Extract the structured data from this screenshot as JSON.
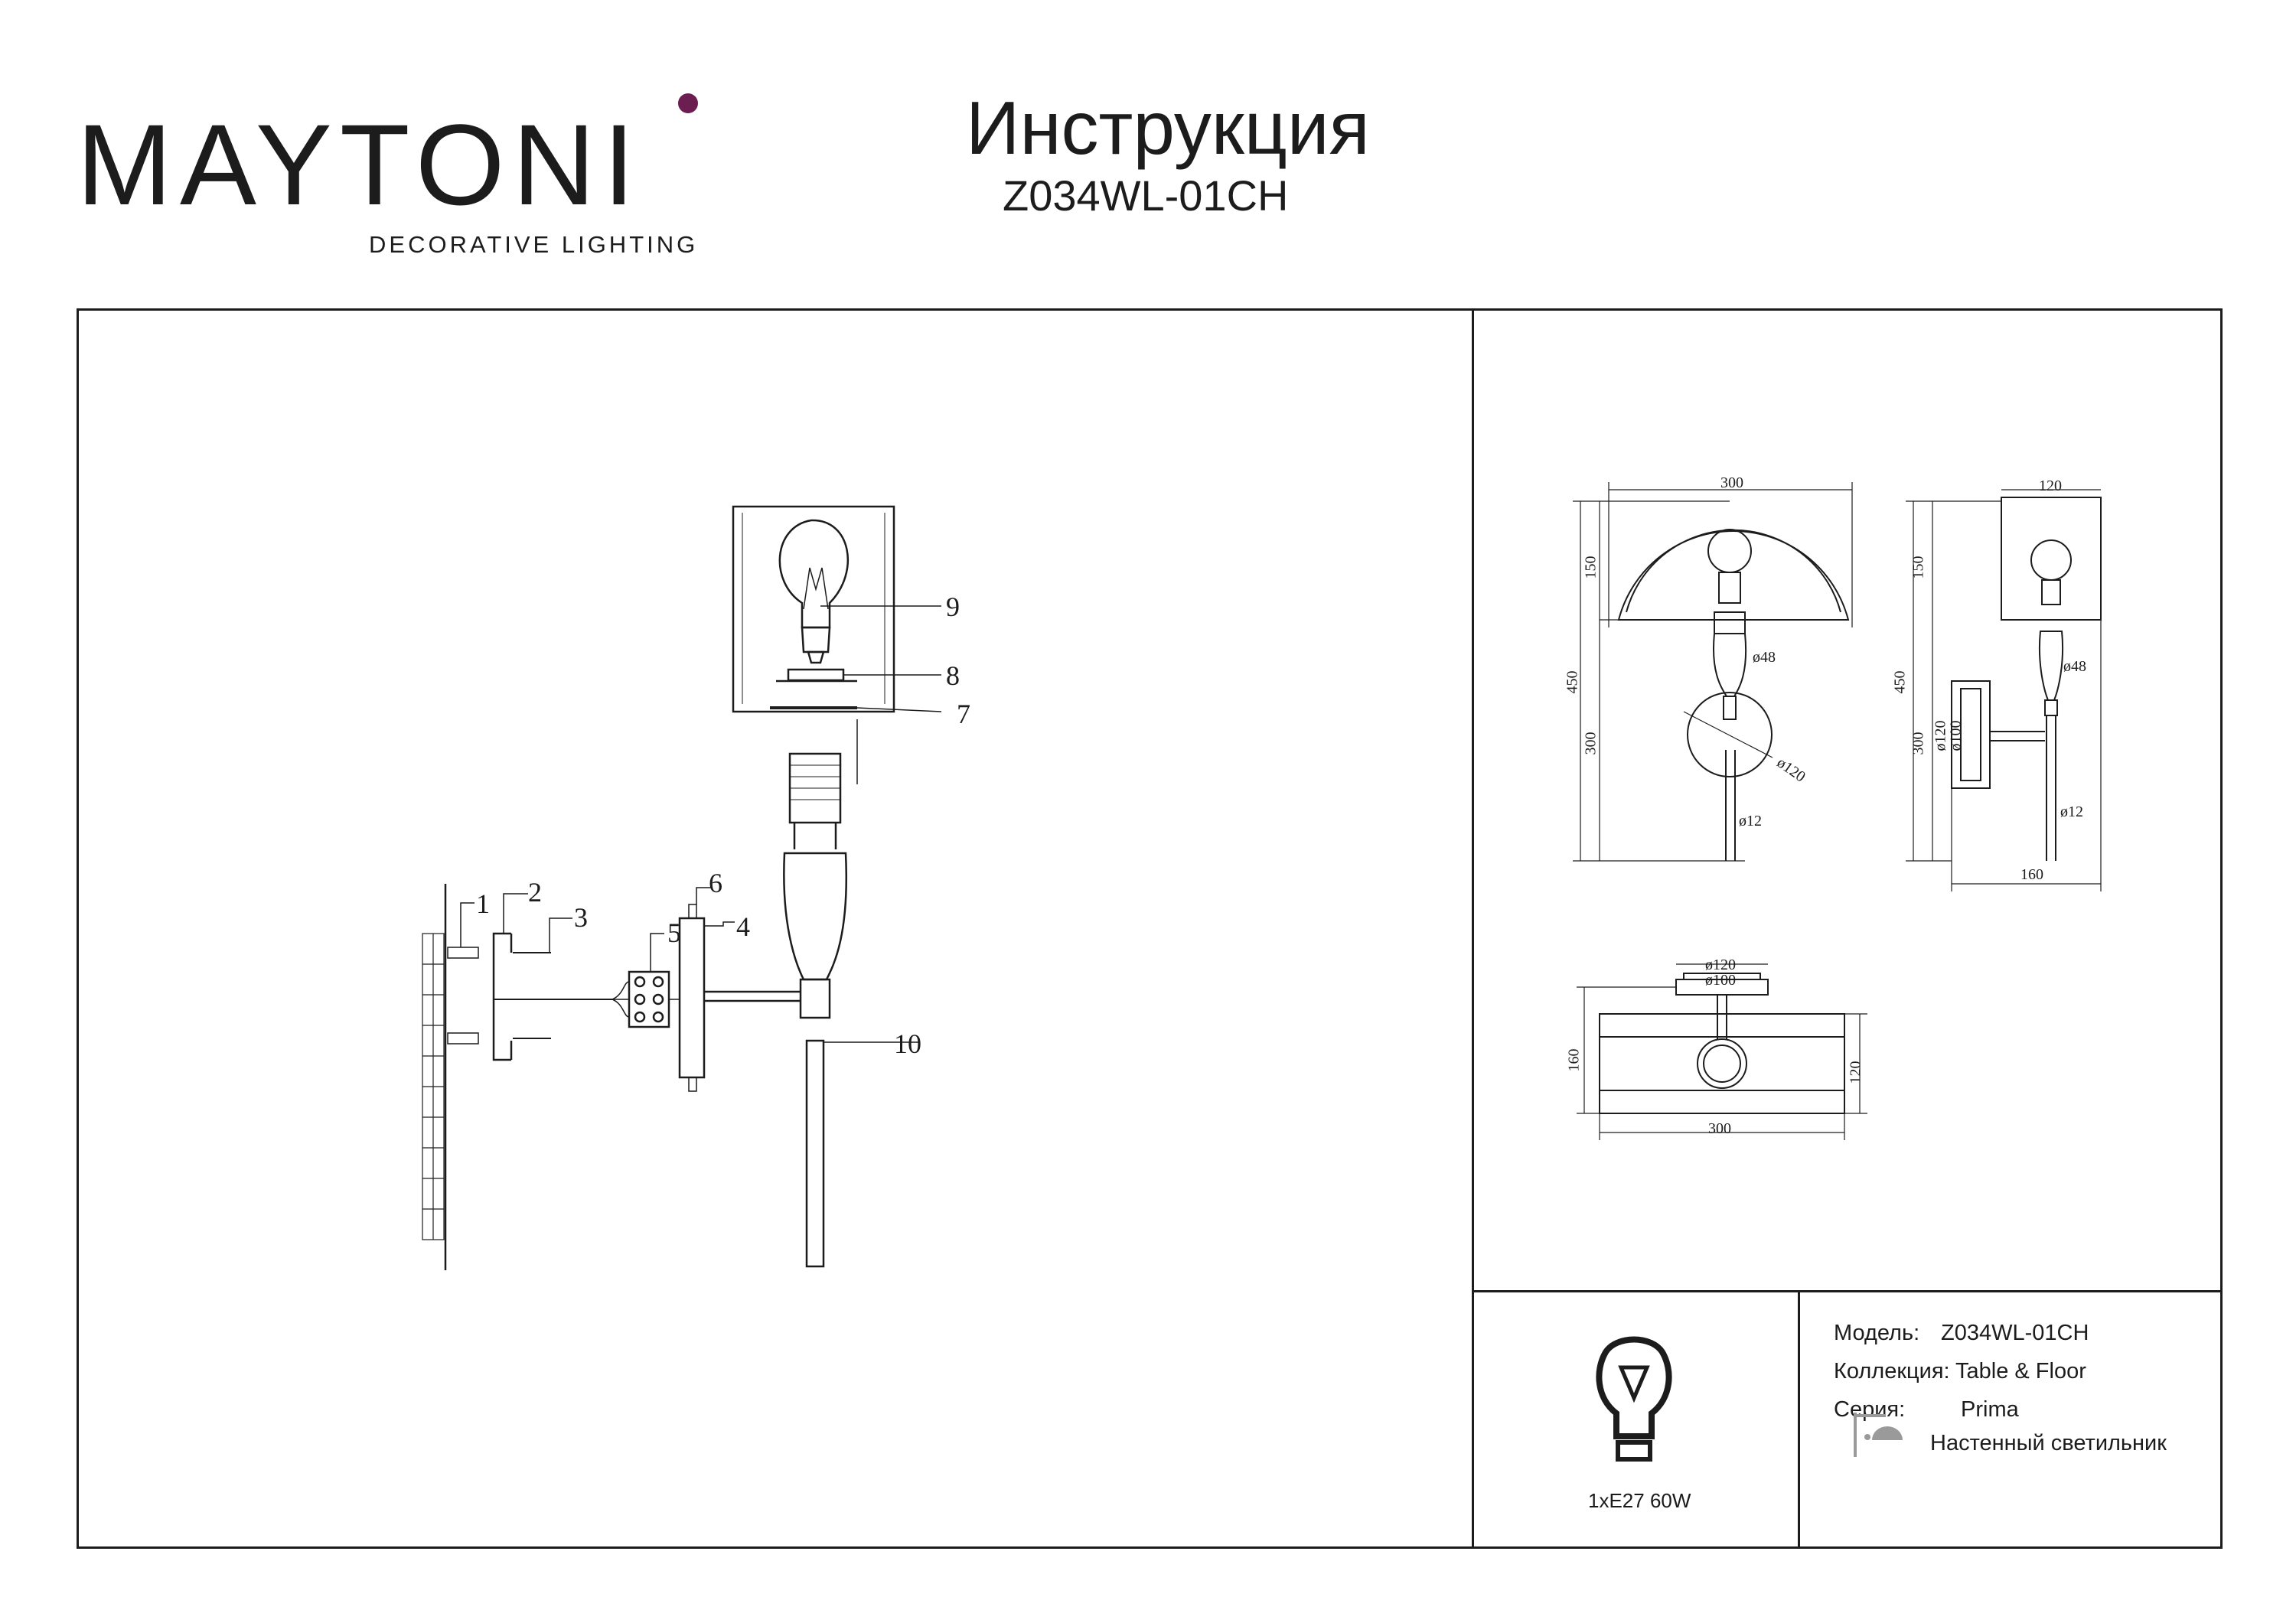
{
  "header": {
    "brand": "MAYTONI",
    "brand_tagline": "DECORATIVE LIGHTING",
    "title": "Инструкция",
    "model_code": "Z034WL-01CH"
  },
  "assembly": {
    "callouts": [
      "1",
      "2",
      "3",
      "4",
      "5",
      "6",
      "7",
      "8",
      "9",
      "10"
    ]
  },
  "dimensions": {
    "front": {
      "width": "300",
      "shade_height": "150",
      "total_height": "450",
      "lower_height": "300",
      "holder_diameter": "ø48",
      "plate_diameter": "ø120",
      "rod_diameter": "ø12"
    },
    "side": {
      "width": "120",
      "shade_height": "150",
      "total_height": "450",
      "lower_height": "300",
      "plate_outer": "ø120",
      "plate_inner": "ø100",
      "holder_diameter": "ø48",
      "rod_diameter": "ø12",
      "depth": "160"
    },
    "top": {
      "plate_outer": "ø120",
      "plate_inner": "ø100",
      "depth": "160",
      "shade_depth": "120",
      "width": "300"
    }
  },
  "bulb_info": {
    "label": "1xE27 60W",
    "icon": "light-bulb-icon"
  },
  "specs": {
    "model_label": "Модель:",
    "model_value": "Z034WL-01CH",
    "collection_label": "Коллекция:",
    "collection_value": "Table & Floor",
    "series_label": "Серия:",
    "series_value": "Prima",
    "type_value": "Настенный светильник",
    "type_icon": "wall-lamp-icon"
  }
}
